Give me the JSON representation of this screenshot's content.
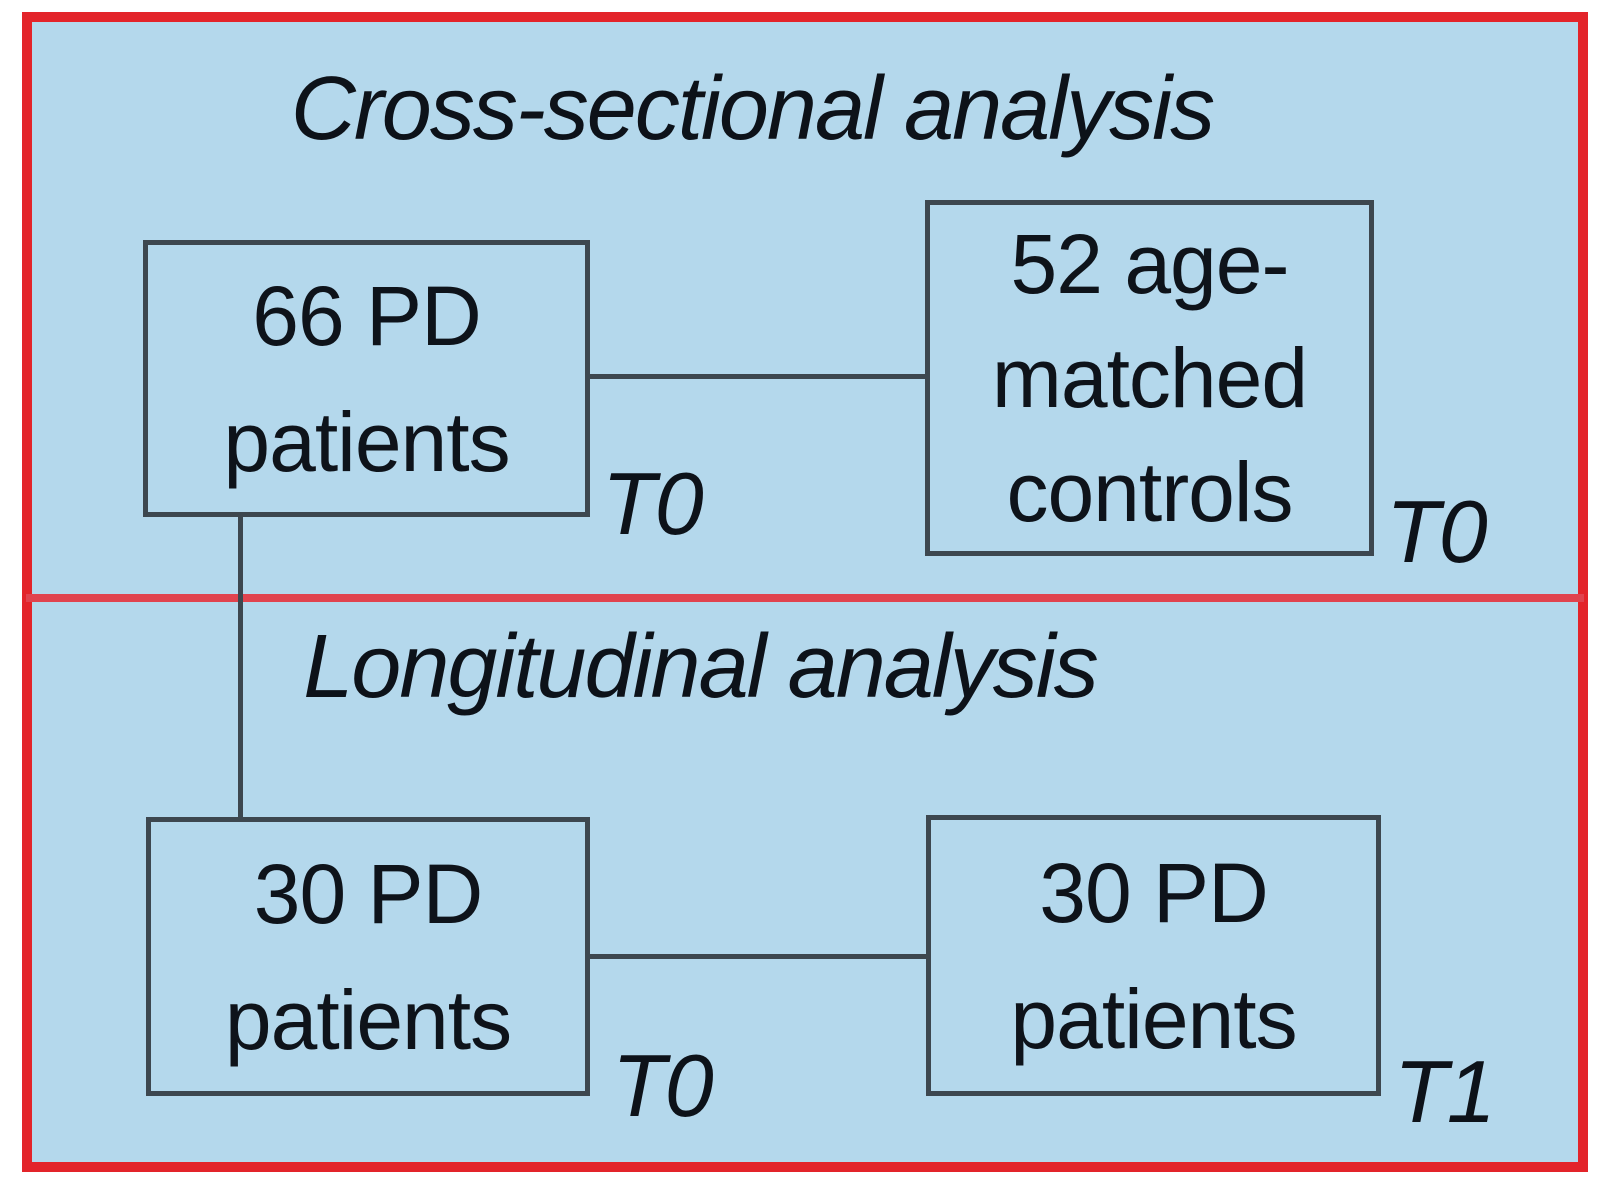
{
  "figure": {
    "colors": {
      "panel_fill": "#b4d8ec",
      "panel_border": "#e3242a",
      "section_divider": "#e0434e",
      "box_border": "#3d474f",
      "text": "#0e131a"
    },
    "sections": [
      {
        "title": "Cross-sectional analysis"
      },
      {
        "title": "Longitudinal analysis"
      }
    ],
    "boxes": [
      {
        "name": "66-pd-patients",
        "lines": [
          "66 PD",
          "patients"
        ],
        "timepoint": "T0"
      },
      {
        "name": "52-age-matched-controls",
        "lines": [
          "52 age-",
          "matched",
          "controls"
        ],
        "timepoint": "T0"
      },
      {
        "name": "30-pd-patients-baseline",
        "lines": [
          "30 PD",
          "patients"
        ],
        "timepoint": "T0"
      },
      {
        "name": "30-pd-patients-followup",
        "lines": [
          "30 PD",
          "patients"
        ],
        "timepoint": "T1"
      }
    ]
  }
}
